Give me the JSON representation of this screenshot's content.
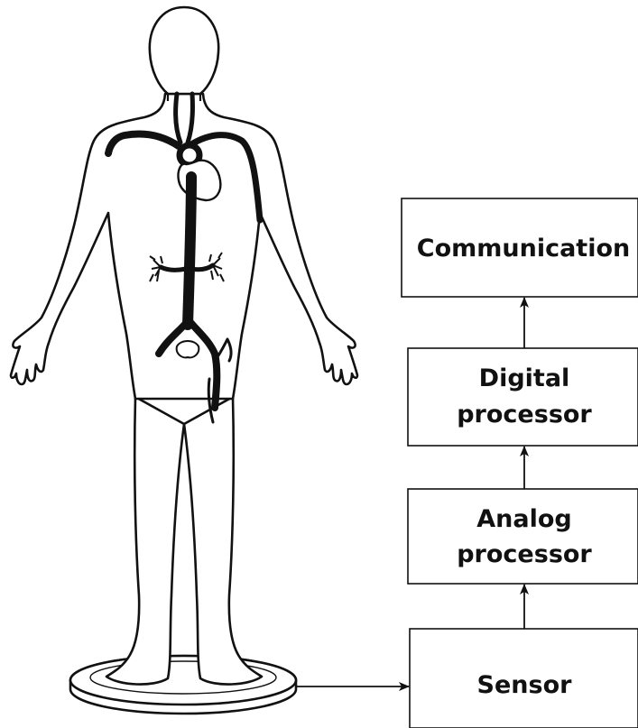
{
  "diagram": {
    "blocks": [
      {
        "id": "communication",
        "lines": [
          "Communication"
        ]
      },
      {
        "id": "digital",
        "lines": [
          "Digital",
          "processor"
        ]
      },
      {
        "id": "analog",
        "lines": [
          "Analog",
          "processor"
        ]
      },
      {
        "id": "sensor",
        "lines": [
          "Sensor"
        ]
      }
    ],
    "flow": [
      "sensor",
      "analog",
      "digital",
      "communication"
    ],
    "figure": {
      "subject": "human-body-with-vascular-system",
      "platform": "sensor-platform"
    }
  }
}
